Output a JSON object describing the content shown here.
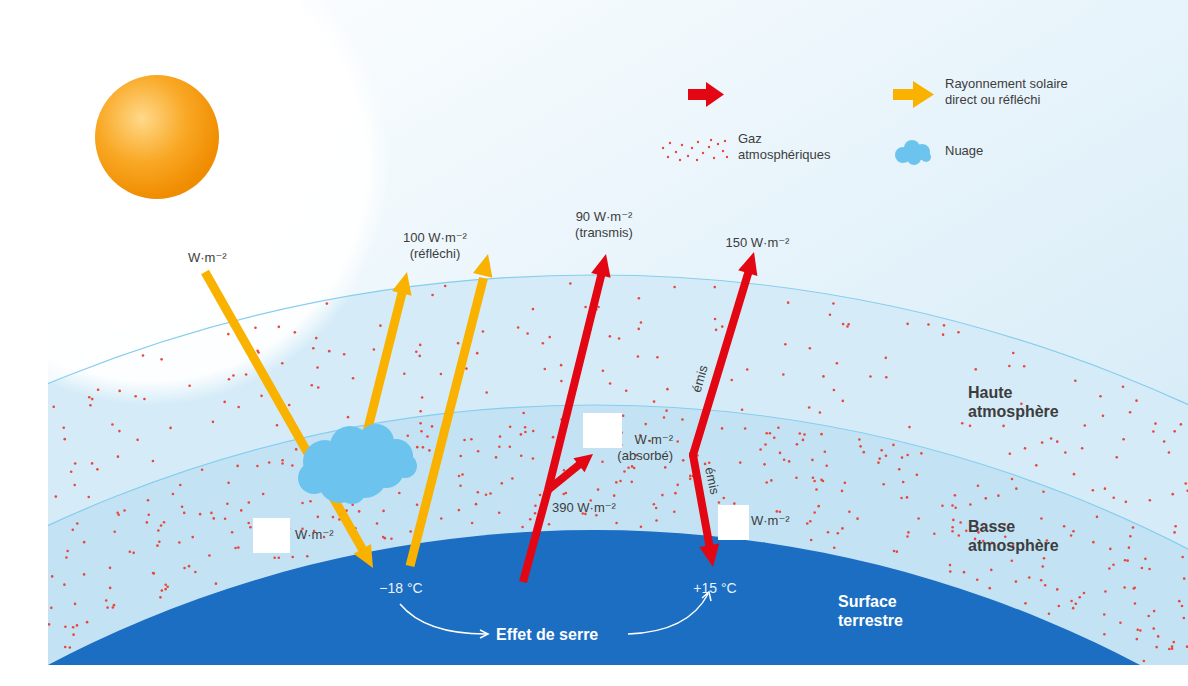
{
  "diagram": {
    "nodes": [
      {
        "text": [
          "Haute atmosphère"
        ]
      },
      {
        "text": [
          "Basse atmosphère"
        ]
      },
      {
        "text": [
          "Surface terrestre"
        ]
      }
    ],
    "labels": [
      "W·m⁻²",
      "100 W·m⁻² (réfléchi)",
      "90 W·m⁻² (transmis)",
      "150 W·m⁻²",
      "émis",
      "W·m⁻² (absorbé)",
      "390 W·m⁻²",
      "émis",
      "W·m⁻²",
      "W·m⁻²",
      "−18 °C",
      "+15 °C",
      "Effet de serre"
    ],
    "legend": [
      {
        "text": "Rayonnement solaire direct ou réfléchi"
      },
      {
        "text": "Gaz atmosphériques"
      },
      {
        "text": "Nuage"
      }
    ]
  }
}
